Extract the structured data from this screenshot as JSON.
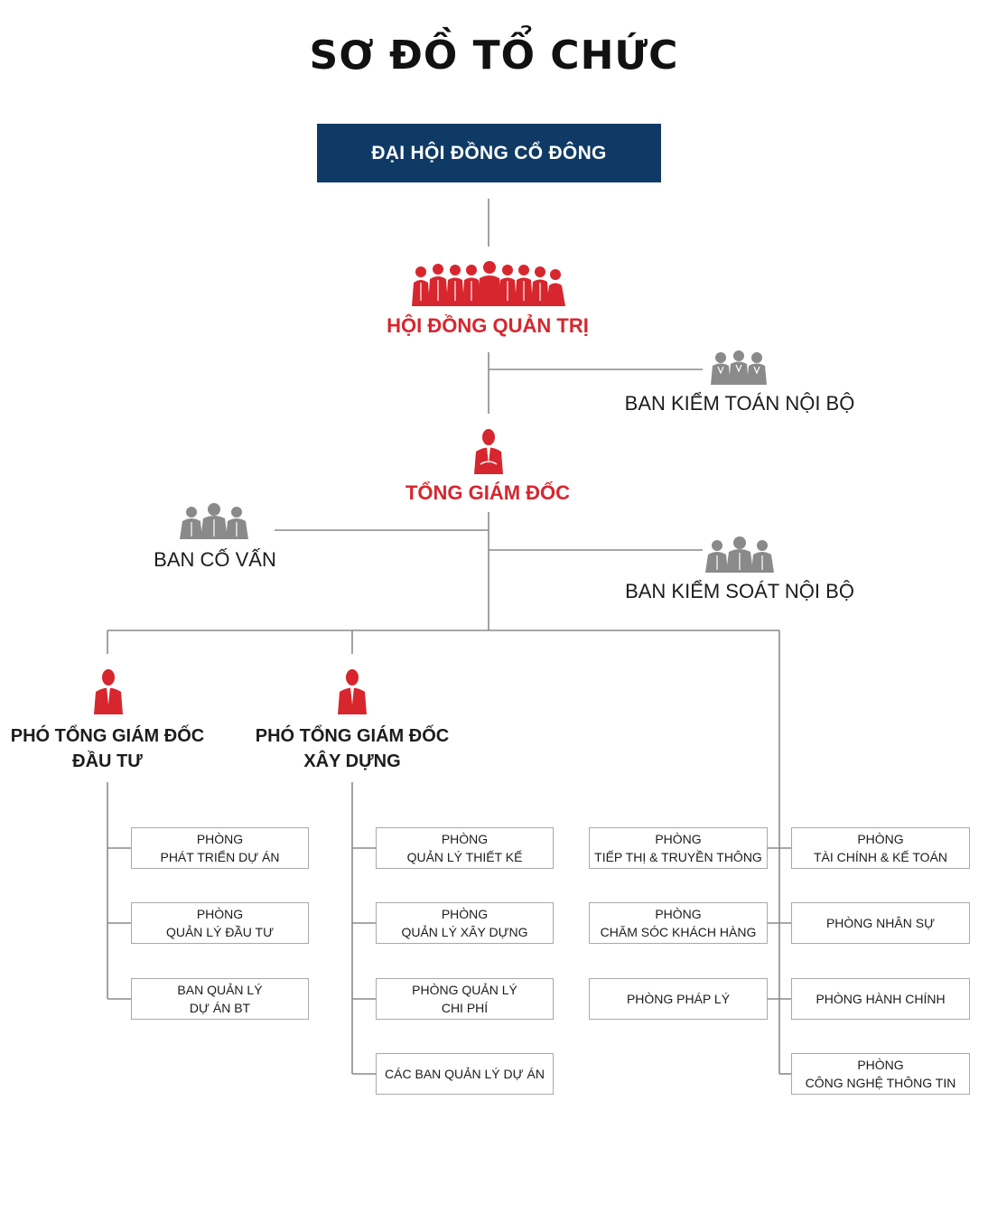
{
  "title": "SƠ ĐỒ TỔ CHỨC",
  "colors": {
    "navy": "#0f3a66",
    "red": "#d7262e",
    "gray": "#808080",
    "line": "#8a8a8a"
  },
  "top": {
    "label": "ĐẠI HỘI ĐỒNG CỔ ĐÔNG"
  },
  "board": {
    "label": "HỘI ĐỒNG QUẢN TRỊ",
    "icon": "group-people-icon"
  },
  "internal_audit": {
    "label": "BAN KIỂM TOÁN NỘI BỘ",
    "icon": "group-people-icon"
  },
  "ceo": {
    "label": "TỔNG GIÁM ĐỐC",
    "icon": "businessman-icon"
  },
  "advisory": {
    "label": "BAN CỐ VẤN",
    "icon": "group-people-icon"
  },
  "internal_control": {
    "label": "BAN KIỂM SOÁT NỘI BỘ",
    "icon": "group-people-icon"
  },
  "deputy_investment": {
    "line1": "PHÓ TỔNG GIÁM ĐỐC",
    "line2": "ĐẦU TƯ",
    "icon": "businessman-icon"
  },
  "deputy_construction": {
    "line1": "PHÓ TỔNG GIÁM ĐỐC",
    "line2": "XÂY DỰNG",
    "icon": "businessman-icon"
  },
  "col1": [
    {
      "line1": "PHÒNG",
      "line2": "PHÁT TRIỂN DỰ ÁN"
    },
    {
      "line1": "PHÒNG",
      "line2": "QUẢN LÝ ĐẦU TƯ"
    },
    {
      "line1": "BAN QUẢN LÝ",
      "line2": "DỰ ÁN BT"
    }
  ],
  "col2": [
    {
      "line1": "PHÒNG",
      "line2": "QUẢN LÝ THIẾT KẾ"
    },
    {
      "line1": "PHÒNG",
      "line2": "QUẢN LÝ XÂY DỰNG"
    },
    {
      "line1": "PHÒNG QUẢN LÝ",
      "line2": "CHI PHÍ"
    },
    {
      "line1": "CÁC BAN QUẢN LÝ DỰ ÁN",
      "line2": ""
    }
  ],
  "col3": [
    {
      "line1": "PHÒNG",
      "line2": "TIẾP THỊ & TRUYỀN THÔNG"
    },
    {
      "line1": "PHÒNG",
      "line2": "CHĂM SÓC KHÁCH HÀNG"
    },
    {
      "line1": "PHÒNG PHÁP LÝ",
      "line2": ""
    }
  ],
  "col4": [
    {
      "line1": "PHÒNG",
      "line2": "TÀI CHÍNH & KẾ TOÁN"
    },
    {
      "line1": "PHÒNG NHÂN SỰ",
      "line2": ""
    },
    {
      "line1": "PHÒNG HÀNH CHÍNH",
      "line2": ""
    },
    {
      "line1": "PHÒNG",
      "line2": "CÔNG NGHỆ THÔNG TIN"
    }
  ]
}
